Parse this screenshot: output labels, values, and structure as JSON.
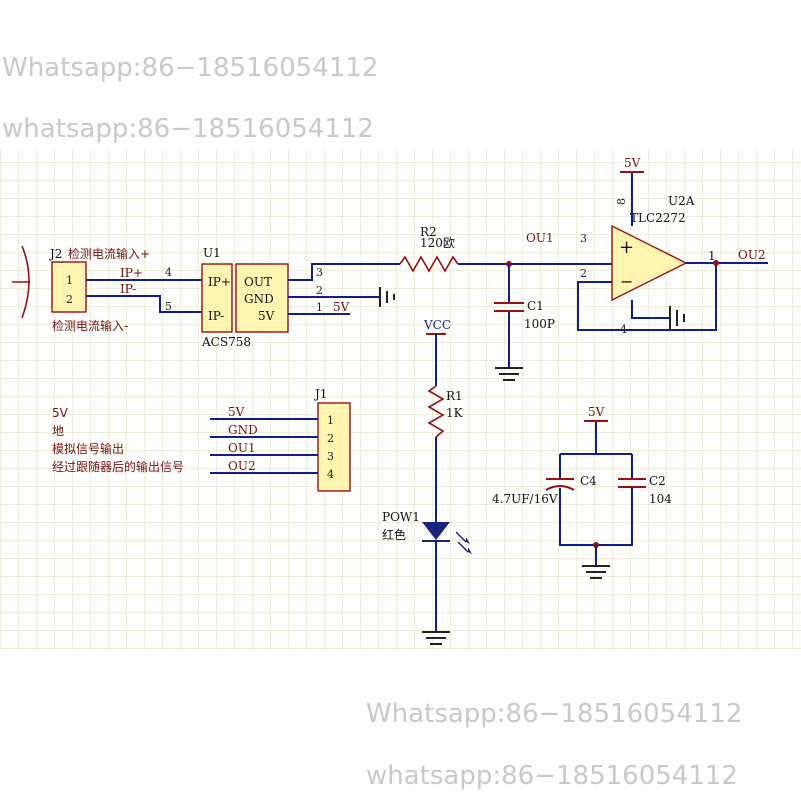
{
  "watermarks": [
    "Whatsapp:86−18516054112",
    "whatsapp:86−18516054112",
    "Whatsapp:86−18516054112",
    "whatsapp:86−18516054112"
  ],
  "j2": {
    "ref": "J2",
    "top_label": "检测电流输入+",
    "bottom_label": "检测电流输入-",
    "pins": [
      "1",
      "2"
    ]
  },
  "u1": {
    "ref": "U1",
    "part": "ACS758",
    "left_pins": [
      "IP+",
      "IP-"
    ],
    "right_pins": [
      "OUT",
      "GND",
      "5V"
    ],
    "pin_numbers": [
      "4",
      "5",
      "3",
      "2",
      "1"
    ],
    "net_labels": [
      "IP+",
      "IP-",
      "5V"
    ]
  },
  "r2": {
    "ref": "R2",
    "value": "120欧"
  },
  "c1": {
    "ref": "C1",
    "value": "100P"
  },
  "u2": {
    "ref": "U2A",
    "part": "TLC2272",
    "plus": "+",
    "minus": "−",
    "pin_numbers": [
      "3",
      "2",
      "1",
      "8",
      "4"
    ],
    "supply": "5V",
    "in_net": "OU1",
    "out_net": "OU2"
  },
  "vcc": "VCC",
  "r1": {
    "ref": "R1",
    "value": "1K"
  },
  "led": {
    "ref": "POW1",
    "value": "红色"
  },
  "j1": {
    "ref": "J1",
    "pins": [
      "1",
      "2",
      "3",
      "4"
    ],
    "nets": [
      "5V",
      "GND",
      "OU1",
      "OU2"
    ],
    "descriptions": [
      "5V",
      "地",
      "模拟信号输出",
      "经过跟随器后的输出信号"
    ]
  },
  "decoupling": {
    "supply": "5V",
    "c4": {
      "ref": "C4",
      "value": "4.7UF/16V"
    },
    "c2": {
      "ref": "C2",
      "value": "104"
    }
  },
  "colors": {
    "grid": "#dcdcb8",
    "wire": "#0c1f8c",
    "label": "#7a1010",
    "component_fill": "#fff5b0"
  }
}
